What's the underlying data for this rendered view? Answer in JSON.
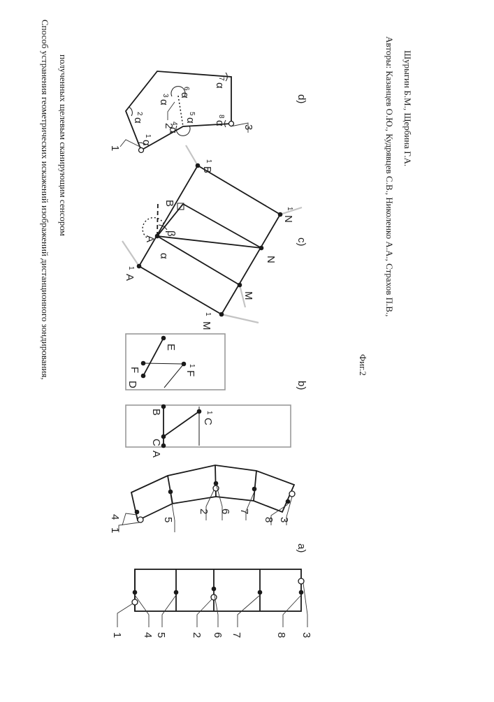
{
  "caption": {
    "title_line1": "Способ устранения геометрических искажений изображений дистанционного зондирования,",
    "title_line2": "полученных щелевым сканирующим сенсором",
    "figure": "Фиг.2",
    "authors_line1": "Авторы: Казанцев О.Ю., Кудрявцев С.В., Николенко А.А., Страхов П.В.,",
    "authors_line2": "Шурыгин Б.М., Щербина Г.А."
  },
  "panels": {
    "a": "a)",
    "b": "b)",
    "c": "c)",
    "d": "d)"
  },
  "panel_a": {
    "straight_labels": [
      "1",
      "4",
      "5",
      "2",
      "6",
      "7",
      "8",
      "3"
    ],
    "curved_labels": [
      "4",
      "1",
      "5",
      "2",
      "6",
      "7",
      "8",
      "3"
    ]
  },
  "panel_b": {
    "left_labels": [
      "A",
      "C",
      "B",
      "C",
      "1"
    ],
    "right_labels": [
      "D",
      "F",
      "E",
      "F",
      "1"
    ]
  },
  "panel_c": {
    "points": [
      "A",
      "1",
      "A",
      "B",
      "B",
      "1",
      "M",
      "1",
      "M",
      "N",
      "N",
      "1"
    ],
    "angles": [
      "α",
      "β"
    ]
  },
  "panel_d": {
    "angles": [
      "α",
      "1",
      "α",
      "2",
      "α",
      "3",
      "α",
      "4",
      "α",
      "5",
      "α",
      "6",
      "α",
      "7",
      "α",
      "8"
    ],
    "labels": [
      "1",
      "2",
      "3"
    ]
  }
}
